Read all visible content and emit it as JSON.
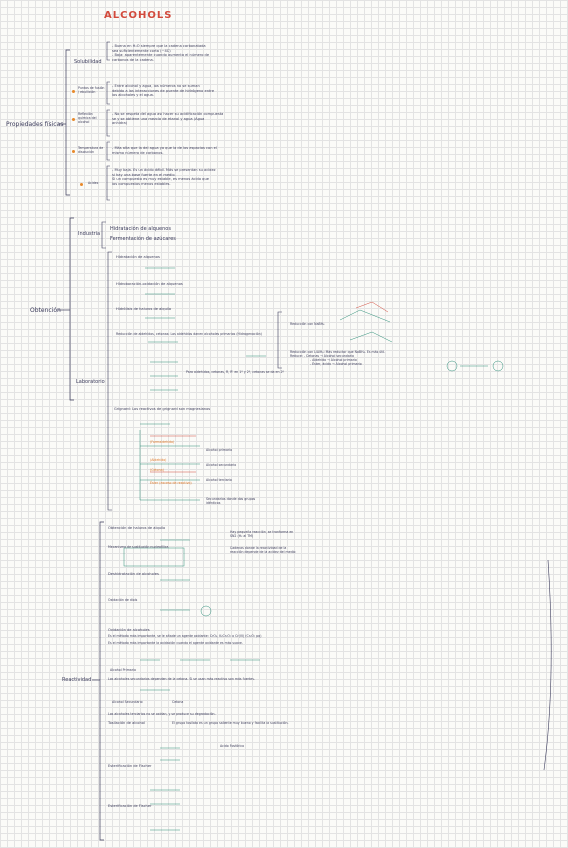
{
  "title": "ALCOHOLS",
  "colors": {
    "accent": "#d24a3c",
    "chem": "#2f8f7a",
    "bullet": "#e8892a",
    "ink": "#2f2f4a"
  },
  "propiedades": {
    "label": "Propiedades físicas",
    "solubilidad": {
      "label": "Solubilidad",
      "lines": [
        "- Buena en H₂O siempre que la cadena carbonatada",
        "sea suficientemente corta (~4C)",
        "- Baja: aparentemente cuando aumenta el número de",
        "carbonos de la cadena."
      ]
    },
    "puntos": {
      "label": "Puntos de fusión / ebullición",
      "lines": [
        "- Entre alcohol y agua, los números no se suman",
        "debido a las interacciones de puente de hidrógeno entre",
        "los alcoholes y el agua."
      ]
    },
    "reflexion": {
      "label": "Reflexión química del alcohol",
      "lines": [
        "- No se respeta del agua así hacer su acidificación compuesta",
        "se y se obtiene una mezcla de etanol y agua (Agua",
        "anhidra)"
      ]
    },
    "temperatura": {
      "label": "Temperatura de disolución",
      "lines": [
        "- Más alta que la del agua ya que la de los espacios con el",
        "mismo número de carbonos."
      ]
    },
    "acidez": {
      "label": "Acidez",
      "lines": [
        "- Muy baja. Es un ácido débil. Más se presentan su acidez",
        "si hay una base fuerte en el medio.",
        "Si un compuesto es muy estable, es menos ácido que",
        "los compuestos menos estables."
      ]
    }
  },
  "obtencion": {
    "label": "Obtención",
    "industria": {
      "label": "Industria",
      "items": [
        "Hidratación de alquenos",
        "Fermentación de azúcares"
      ]
    },
    "laboratorio": {
      "label": "Laboratorio",
      "items": [
        "Hidratación de alquenos",
        "Hidroboración-oxidación de alquenos",
        "Hidrólisis de haluros de alquilo",
        "Reducción de aldehídos, cetonas: Los aldehídos danen alcoholes primarios (Hidrogenación)",
        "Grignard: Los reactivos de grignard son magnesianos"
      ],
      "notes": [
        "Para aldehídos, cetonas, R, R' en 1º y 2º, cetonas se da en 2º",
        "Alcohol primario",
        "Alcohol secundario",
        "Alcohol terciario",
        "Secundarios donde dos grupos idénticos"
      ],
      "grignard_labels": [
        "(Formaldehído)",
        "(Aldehído)",
        "(Cetona)",
        "Éster (exceso de reactivo)"
      ],
      "reducciones": [
        "Reducción con NaBH₄",
        "Reducción con LiAlH₄: Más reductor que NaBH₄. Es más útil.",
        "Reduce: - Cetonas → Alcohol secundario",
        "- Aldehído → Alcohol primario",
        "- Éster, ácido → Alcohol primario"
      ]
    }
  },
  "reactividad": {
    "label": "Reactividad",
    "items": [
      "Obtención de haluros de alquilo",
      "Mecanismo de sustitución nucleofílica",
      "Deshidratación de alcoholes",
      "Oxidación de diols",
      "Oxidación de alcoholes",
      "Es el método más importante, se le añade un agente oxidante: CrO₃, K₂Cr₂O₇ o Cr(VI) (Cr₂O₇ pq)",
      "Es el método más importante la oxidación cuando el agente oxidante es más suave.",
      "Alcohol Primario",
      "Los alcoholes secundarios dependen de la cetona. Si se usan más reactivo son más fuertes.",
      "Alcohol Secundario",
      "Cetona",
      "Los alcoholes terciarios no se oxidan, y se produce su degradación.",
      "Tosilación de alcohol",
      "El grupo tosilato es un grupo saliente muy bueno y facilita la sustitución.",
      "Acido Fosfórico",
      "Esterificación de Fischer",
      "Esterificación de Fischer"
    ],
    "notes_right": [
      "Hay pequeña reacción, se tranforma en SN2 (H₂ al TM)",
      "Cadenas donde la reactividad de la reacción depende de la acidez del medio"
    ]
  }
}
